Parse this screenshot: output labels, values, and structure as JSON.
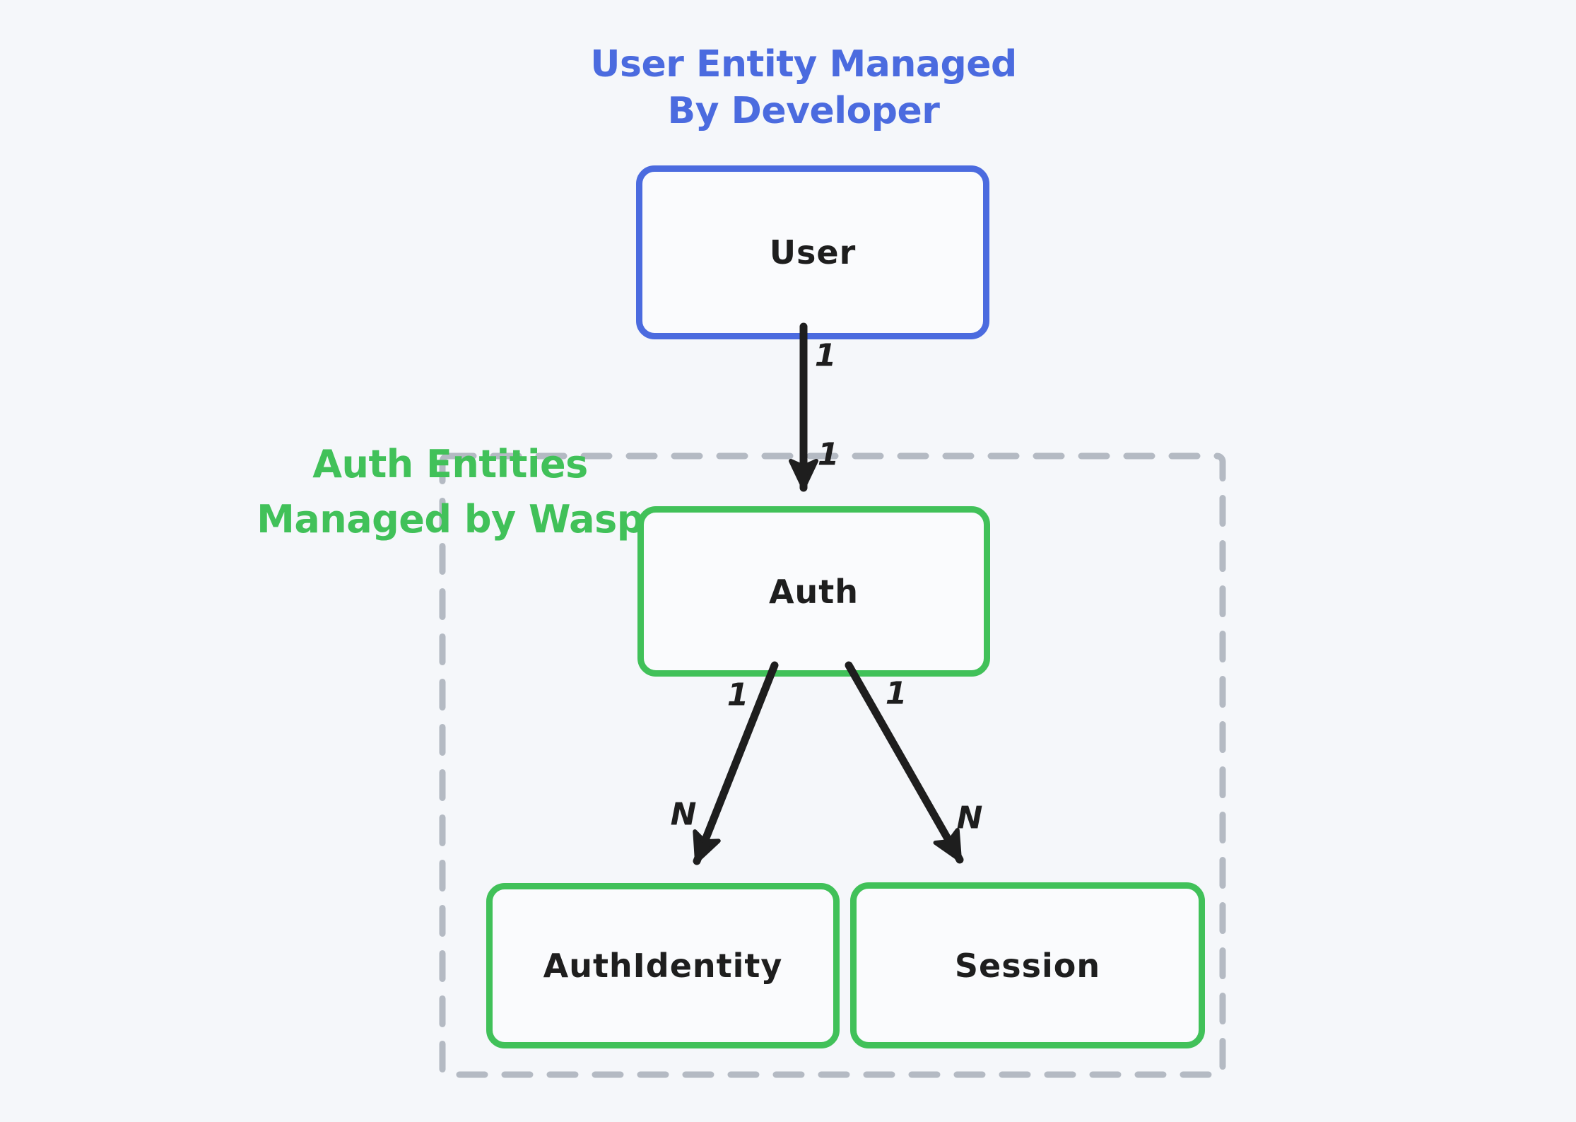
{
  "diagram": {
    "background_color": "#f5f7fa",
    "colors": {
      "user_entity_blue": "#4b6bdf",
      "wasp_entity_green": "#41c159",
      "group_boundary_gray": "#b4bac3",
      "arrow_black": "#1e1e1e",
      "node_fill": "#fafbfd"
    },
    "annotations": {
      "user_group": {
        "line1": "User Entity Managed",
        "line2": "By Developer"
      },
      "auth_group": {
        "line1": "Auth Entities",
        "line2": "Managed by Wasp"
      }
    },
    "nodes": {
      "user": {
        "label": "User"
      },
      "auth": {
        "label": "Auth"
      },
      "auth_identity": {
        "label": "AuthIdentity"
      },
      "session": {
        "label": "Session"
      }
    },
    "edges": {
      "user_to_auth": {
        "source_label": "1",
        "target_label": "1"
      },
      "auth_to_authidentity": {
        "source_label": "1",
        "target_label": "N"
      },
      "auth_to_session": {
        "source_label": "1",
        "target_label": "N"
      }
    }
  }
}
